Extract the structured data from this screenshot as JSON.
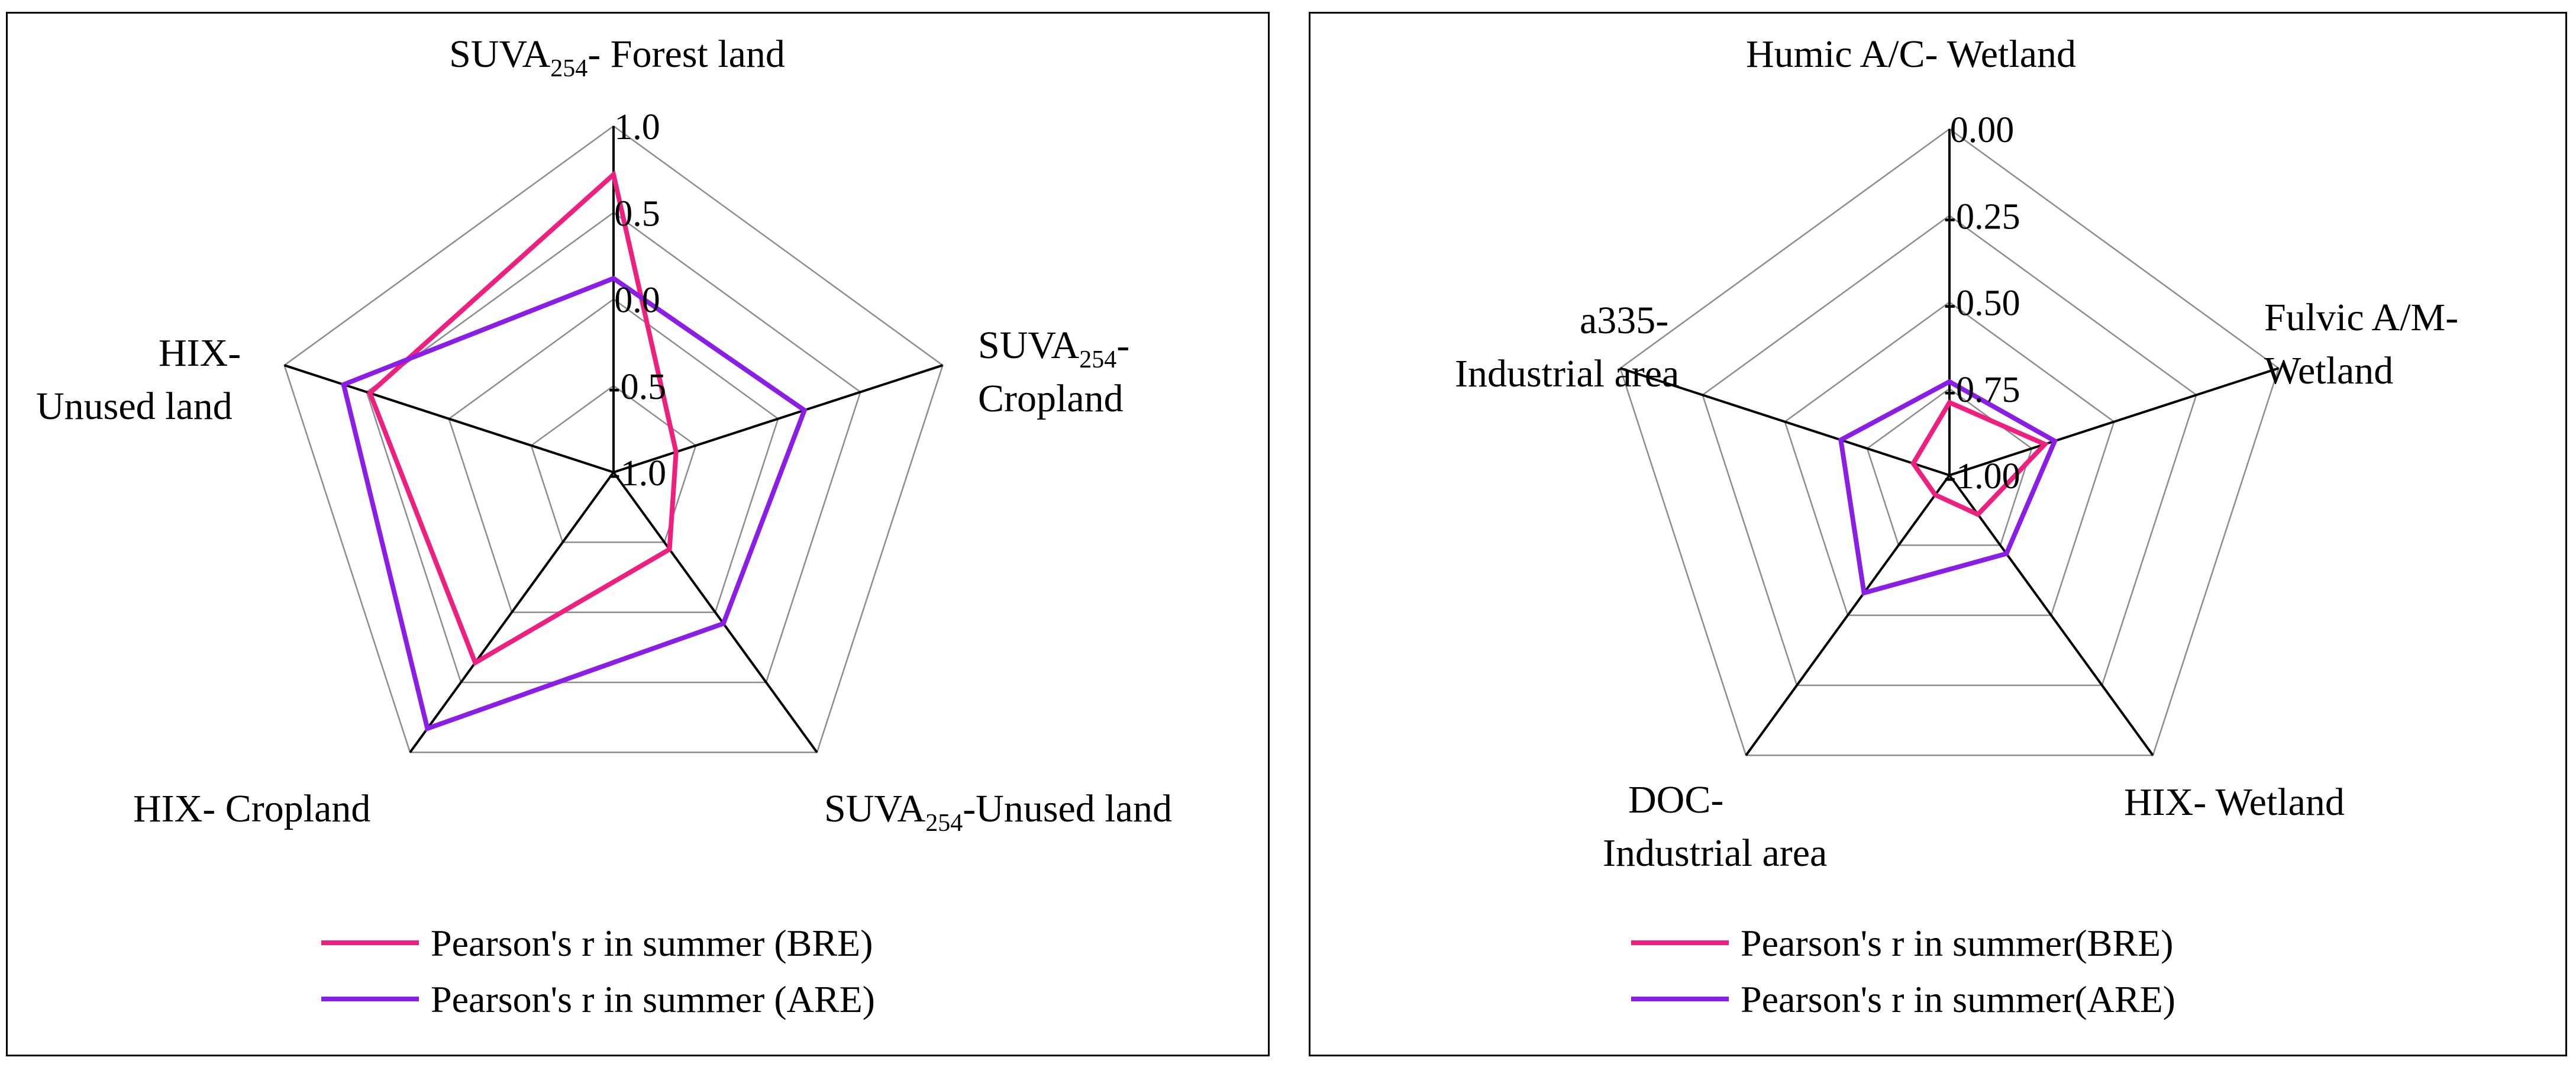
{
  "chart_data": [
    {
      "type": "radar",
      "axes": [
        {
          "label": "SUVA",
          "sub": "254",
          "suffix": "- Forest land"
        },
        {
          "label": "SUVA",
          "sub": "254",
          "suffix": "-",
          "line2": "Cropland"
        },
        {
          "label": "SUVA",
          "sub": "254",
          "suffix": "-Unused land"
        },
        {
          "label": "HIX- Cropland"
        },
        {
          "label": "HIX-",
          "line2": "Unused land"
        }
      ],
      "ticks": [
        "1.0",
        "0.5",
        "0.0",
        "-0.5",
        "-1.0"
      ],
      "rlim": [
        -1.0,
        1.0
      ],
      "series": [
        {
          "name": "Pearson's r in summer (BRE)",
          "color": "#ee1f7f",
          "values": [
            0.72,
            -0.62,
            -0.45,
            0.36,
            0.48
          ]
        },
        {
          "name": "Pearson's r in summer (ARE)",
          "color": "#8a1ee6",
          "values": [
            0.12,
            0.16,
            0.08,
            0.83,
            0.64
          ]
        }
      ]
    },
    {
      "type": "radar",
      "axes": [
        {
          "label": "Humic A/C- Wetland"
        },
        {
          "label": "Fulvic A/M-",
          "line2": "Wetland"
        },
        {
          "label": "HIX- Wetland"
        },
        {
          "label": "DOC-",
          "line2": "Industrial area"
        },
        {
          "label": "a335-",
          "line2": "Industrial area"
        }
      ],
      "ticks": [
        "0.00",
        "-0.25",
        "-0.50",
        "-0.75",
        "-1.00"
      ],
      "rlim": [
        -1.0,
        0.0
      ],
      "series": [
        {
          "name": "Pearson's r in summer(BRE)",
          "color": "#ee1f7f",
          "values": [
            -0.79,
            -0.71,
            -0.86,
            -0.93,
            -0.89
          ]
        },
        {
          "name": "Pearson's r in summer(ARE)",
          "color": "#8a1ee6",
          "values": [
            -0.73,
            -0.68,
            -0.72,
            -0.58,
            -0.67
          ]
        }
      ]
    }
  ]
}
